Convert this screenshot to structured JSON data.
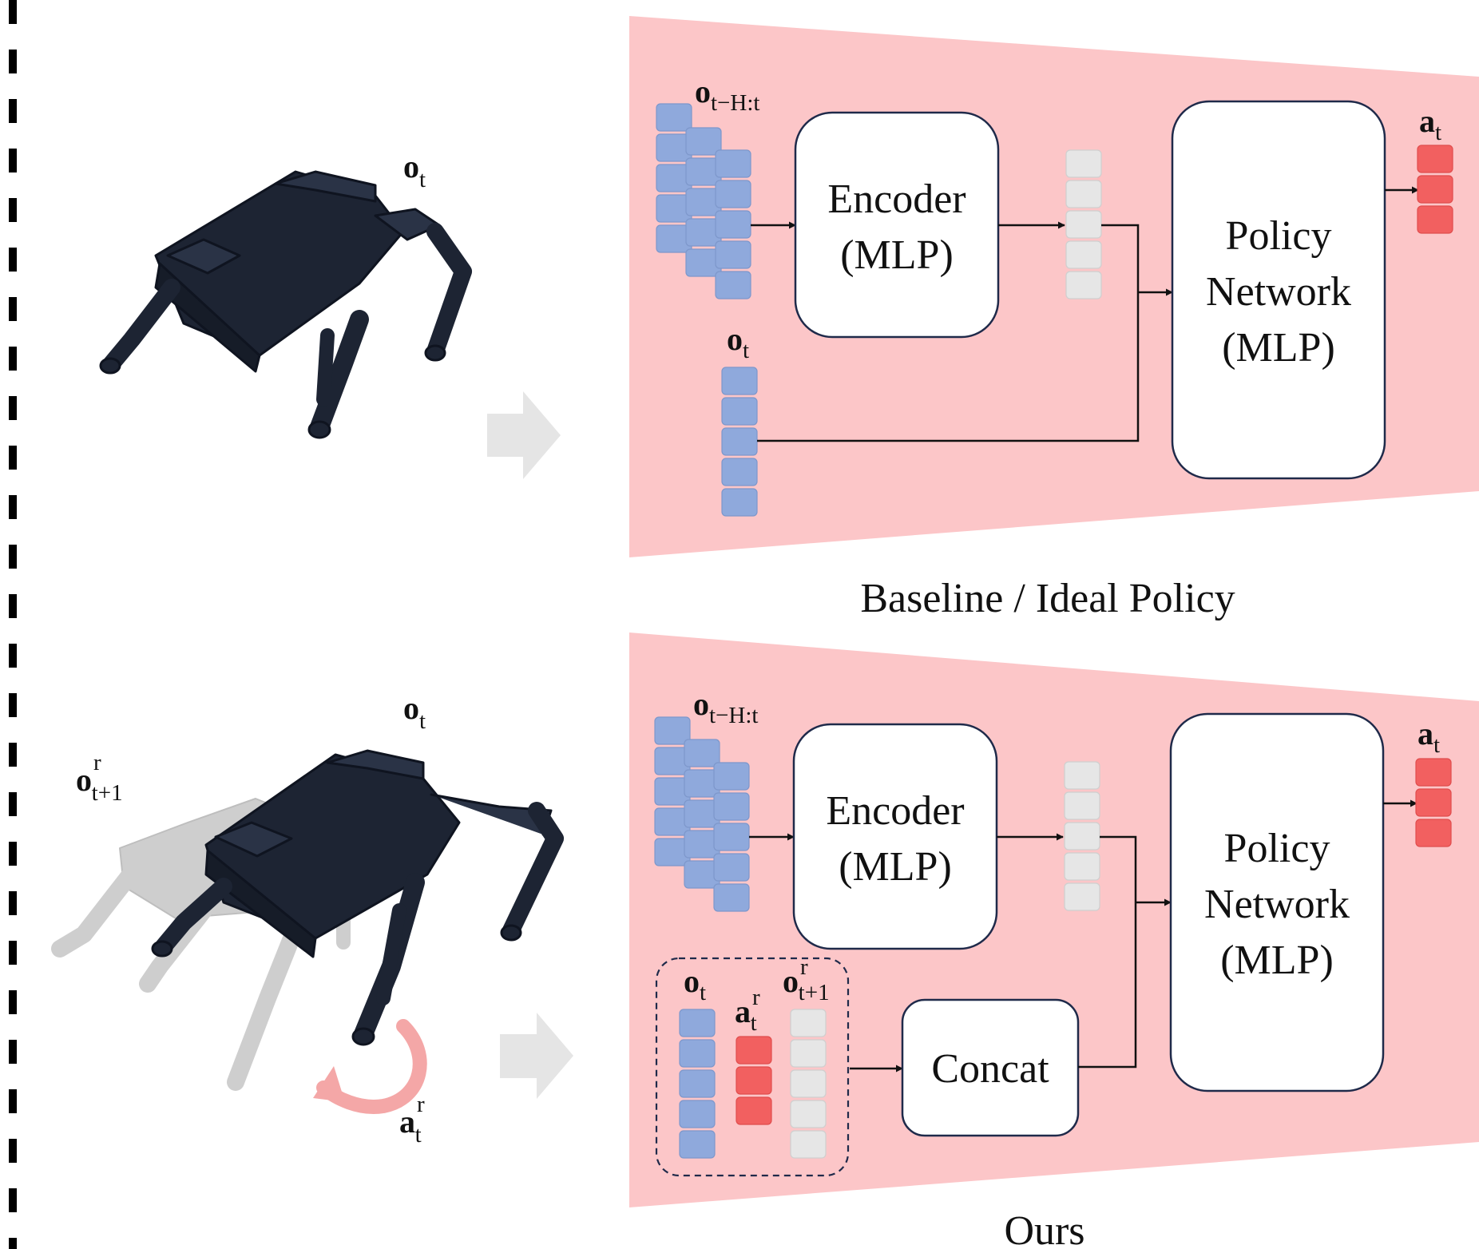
{
  "panels": {
    "baseline": {
      "caption": "Baseline / Ideal Policy",
      "encoder_label": [
        "Encoder",
        "(MLP)"
      ],
      "policy_label": [
        "Policy",
        "Network",
        "(MLP)"
      ],
      "history_obs": {
        "main": "o",
        "sub": "t−H:t"
      },
      "current_obs": {
        "main": "o",
        "sub": "t"
      },
      "action": {
        "main": "a",
        "sub": "t"
      },
      "robot_obs": {
        "main": "o",
        "sub": "t"
      }
    },
    "ours": {
      "caption": "Ours",
      "encoder_label": [
        "Encoder",
        "(MLP)"
      ],
      "policy_label": [
        "Policy",
        "Network",
        "(MLP)"
      ],
      "concat_label": "Concat",
      "history_obs": {
        "main": "o",
        "sub": "t−H:t"
      },
      "group_obs": {
        "main": "o",
        "sub": "t"
      },
      "group_ref_action": {
        "main": "a",
        "sup": "r",
        "sub": "t"
      },
      "group_ref_obs": {
        "main": "o",
        "sup": "r",
        "sub": "t+1"
      },
      "action": {
        "main": "a",
        "sub": "t"
      },
      "robot_obs": {
        "main": "o",
        "sub": "t"
      },
      "robot_ref_obs": {
        "main": "o",
        "sup": "r",
        "sub": "t+1"
      },
      "robot_ref_action": {
        "main": "a",
        "sup": "r",
        "sub": "t"
      }
    }
  },
  "colors": {
    "panel_fill": "#fcc6c8",
    "observation_cell": "#8fa9dc",
    "latent_cell": "#e6e6e6",
    "action_cell": "#f26060",
    "box_fill": "#ffffff",
    "box_stroke": "#1f2a4a",
    "robot_body": "#1d2433",
    "ghost_robot": "#c9c9c9",
    "arrow_gray": "#e5e5e5",
    "rotation_arrow": "#f4a7a7"
  },
  "icons": {
    "robot": "quadruped-robot-icon",
    "ghost_robot": "reference-pose-robot-icon",
    "rotation": "curved-arrow-icon",
    "flow": "right-arrow-icon"
  }
}
